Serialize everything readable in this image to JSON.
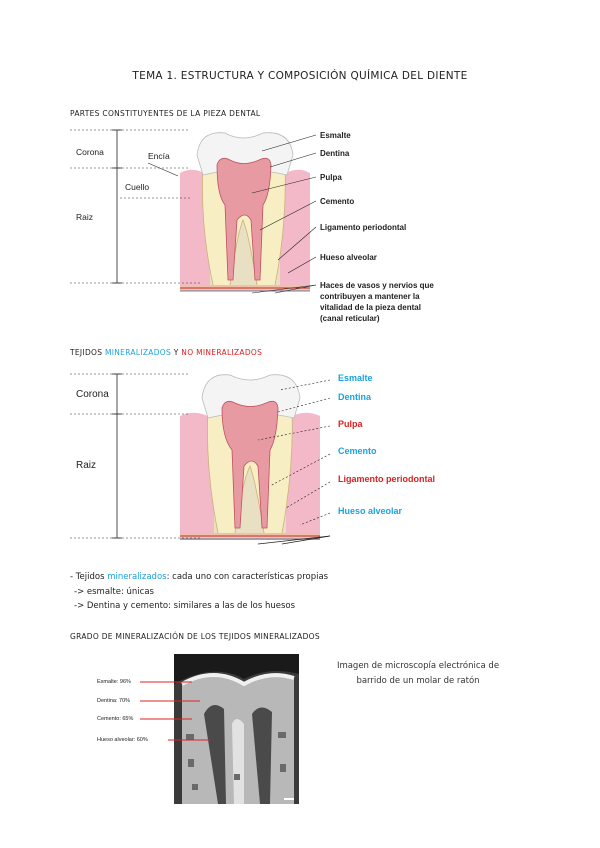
{
  "title": "TEMA 1. ESTRUCTURA Y COMPOSICIÓN QUÍMICA DEL DIENTE",
  "section1": {
    "heading": "PARTES CONSTITUYENTES DE LA PIEZA DENTAL",
    "left_labels": {
      "corona": "Corona",
      "encia": "Encía",
      "cuello": "Cuello",
      "raiz": "Raiz"
    },
    "right_labels": [
      "Esmalte",
      "Dentina",
      "Pulpa",
      "Cemento",
      "Ligamento periodontal",
      "Hueso alveolar"
    ],
    "haces_lines": [
      "Haces de vasos y nervios que",
      "contribuyen a mantener la",
      "vitalidad de la pieza dental",
      "(canal reticular)"
    ]
  },
  "section2": {
    "heading_prefix": "TEJIDOS ",
    "heading_mineral": "MINERALIZADOS",
    "heading_and": " Y ",
    "heading_nomineral": "NO MINERALIZADOS",
    "left_labels": {
      "corona": "Corona",
      "raiz": "Raiz"
    },
    "right_labels": [
      {
        "text": "Esmalte",
        "color": "#1aa3e0"
      },
      {
        "text": "Dentina",
        "color": "#1aa3e0"
      },
      {
        "text": "Pulpa",
        "color": "#e02020"
      },
      {
        "text": "Cemento",
        "color": "#1aa3e0"
      },
      {
        "text": "Ligamento periodontal",
        "color": "#e02020"
      },
      {
        "text": "Hueso alveolar",
        "color": "#1aa3e0"
      }
    ]
  },
  "notes": {
    "line1_prefix": "- Tejidos ",
    "line1_mineral": "mineralizados",
    "line1_suffix": ": cada uno con características propias",
    "line2": "-> esmalte: únicas",
    "line3": "-> Dentina y cemento: similares a las de los huesos"
  },
  "section3": {
    "heading": "GRADO DE MINERALIZACIÓN DE LOS TEJIDOS MINERALIZADOS",
    "labels": [
      "Esmalte: 96%",
      "Dentina: 70%",
      "Cemento: 65%",
      "Hueso alveolar: 60%"
    ],
    "caption_lines": [
      "Imagen de microscopía electrónica de",
      "barrido de un molar de ratón"
    ]
  },
  "colors": {
    "blue": "#1aa3e0",
    "red": "#e02020",
    "dark": "#222222"
  }
}
